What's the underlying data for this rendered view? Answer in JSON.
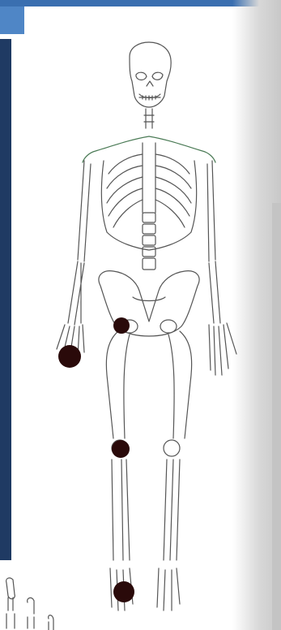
{
  "figure": {
    "description_icon": "skeleton-illustration",
    "accent_color": "#3a6fb0",
    "panel_color": "#1f3a63",
    "marker_color": "#2a0a0a",
    "markers": [
      {
        "id": "hip"
      },
      {
        "id": "right-hand"
      },
      {
        "id": "knee"
      },
      {
        "id": "foot"
      }
    ]
  }
}
